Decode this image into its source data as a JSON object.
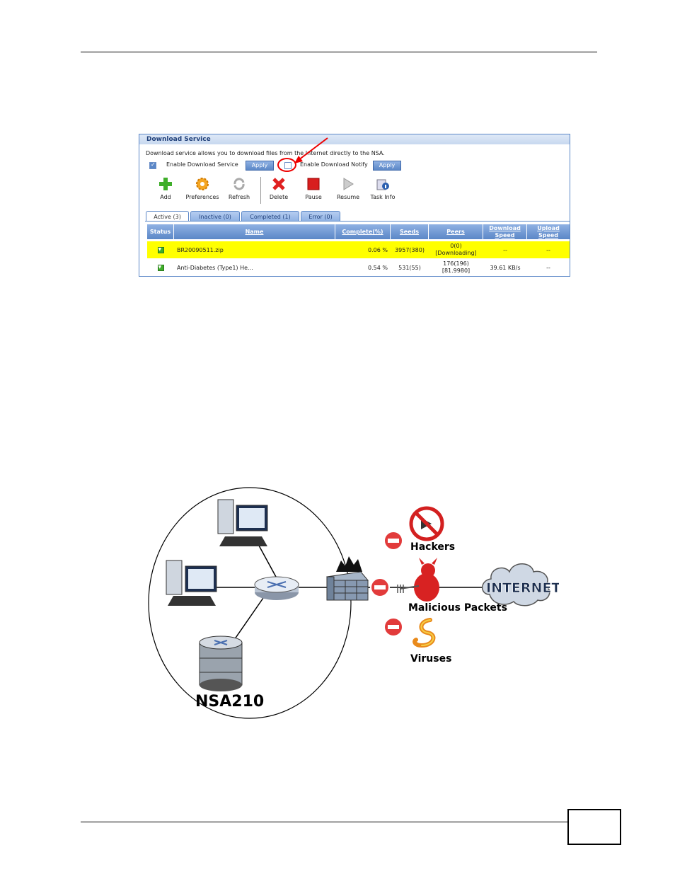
{
  "panel": {
    "title": "Download Service",
    "description": "Download service allows you to download files from the Internet directly to the NSA.",
    "enable_download_service_label": "Enable Download Service",
    "enable_download_service_checked": true,
    "apply_label_1": "Apply",
    "enable_download_notify_label": "Enable Download Notify",
    "enable_download_notify_checked": false,
    "apply_label_2": "Apply",
    "toolbar": {
      "add": "Add",
      "preferences": "Preferences",
      "refresh": "Refresh",
      "delete": "Delete",
      "pause": "Pause",
      "resume": "Resume",
      "task_info": "Task Info"
    },
    "tabs": [
      "Active (3)",
      "Inactive (0)",
      "Completed (1)",
      "Error (0)"
    ],
    "columns": {
      "status": "Status",
      "name": "Name",
      "complete": "Complete(%)",
      "seeds": "Seeds",
      "peers": "Peers",
      "download_speed_1": "Download",
      "download_speed_2": "Speed",
      "upload_speed_1": "Upload",
      "upload_speed_2": "Speed"
    },
    "rows": [
      {
        "name": "BR20090511.zip",
        "complete": "0.06 %",
        "seeds": "3957(380)",
        "peers_1": "0(0)",
        "peers_2": "[Downloading]",
        "download": "--",
        "upload": "--"
      },
      {
        "name": "Anti-Diabetes (Type1) He...",
        "complete": "0.54 %",
        "seeds": "531(55)",
        "peers_1": "176(196)",
        "peers_2": "[81.9980]",
        "download": "39.61 KB/s",
        "upload": "--"
      }
    ],
    "colors": {
      "accent": "#5b87c7",
      "highlight_row": "#ffff00",
      "annotation": "#e00000"
    }
  },
  "diagram": {
    "device_label": "NSA210",
    "threats": {
      "hackers": "Hackers",
      "malicious_packets": "Malicious Packets",
      "viruses": "Viruses"
    },
    "cloud_label": "INTERNET"
  }
}
